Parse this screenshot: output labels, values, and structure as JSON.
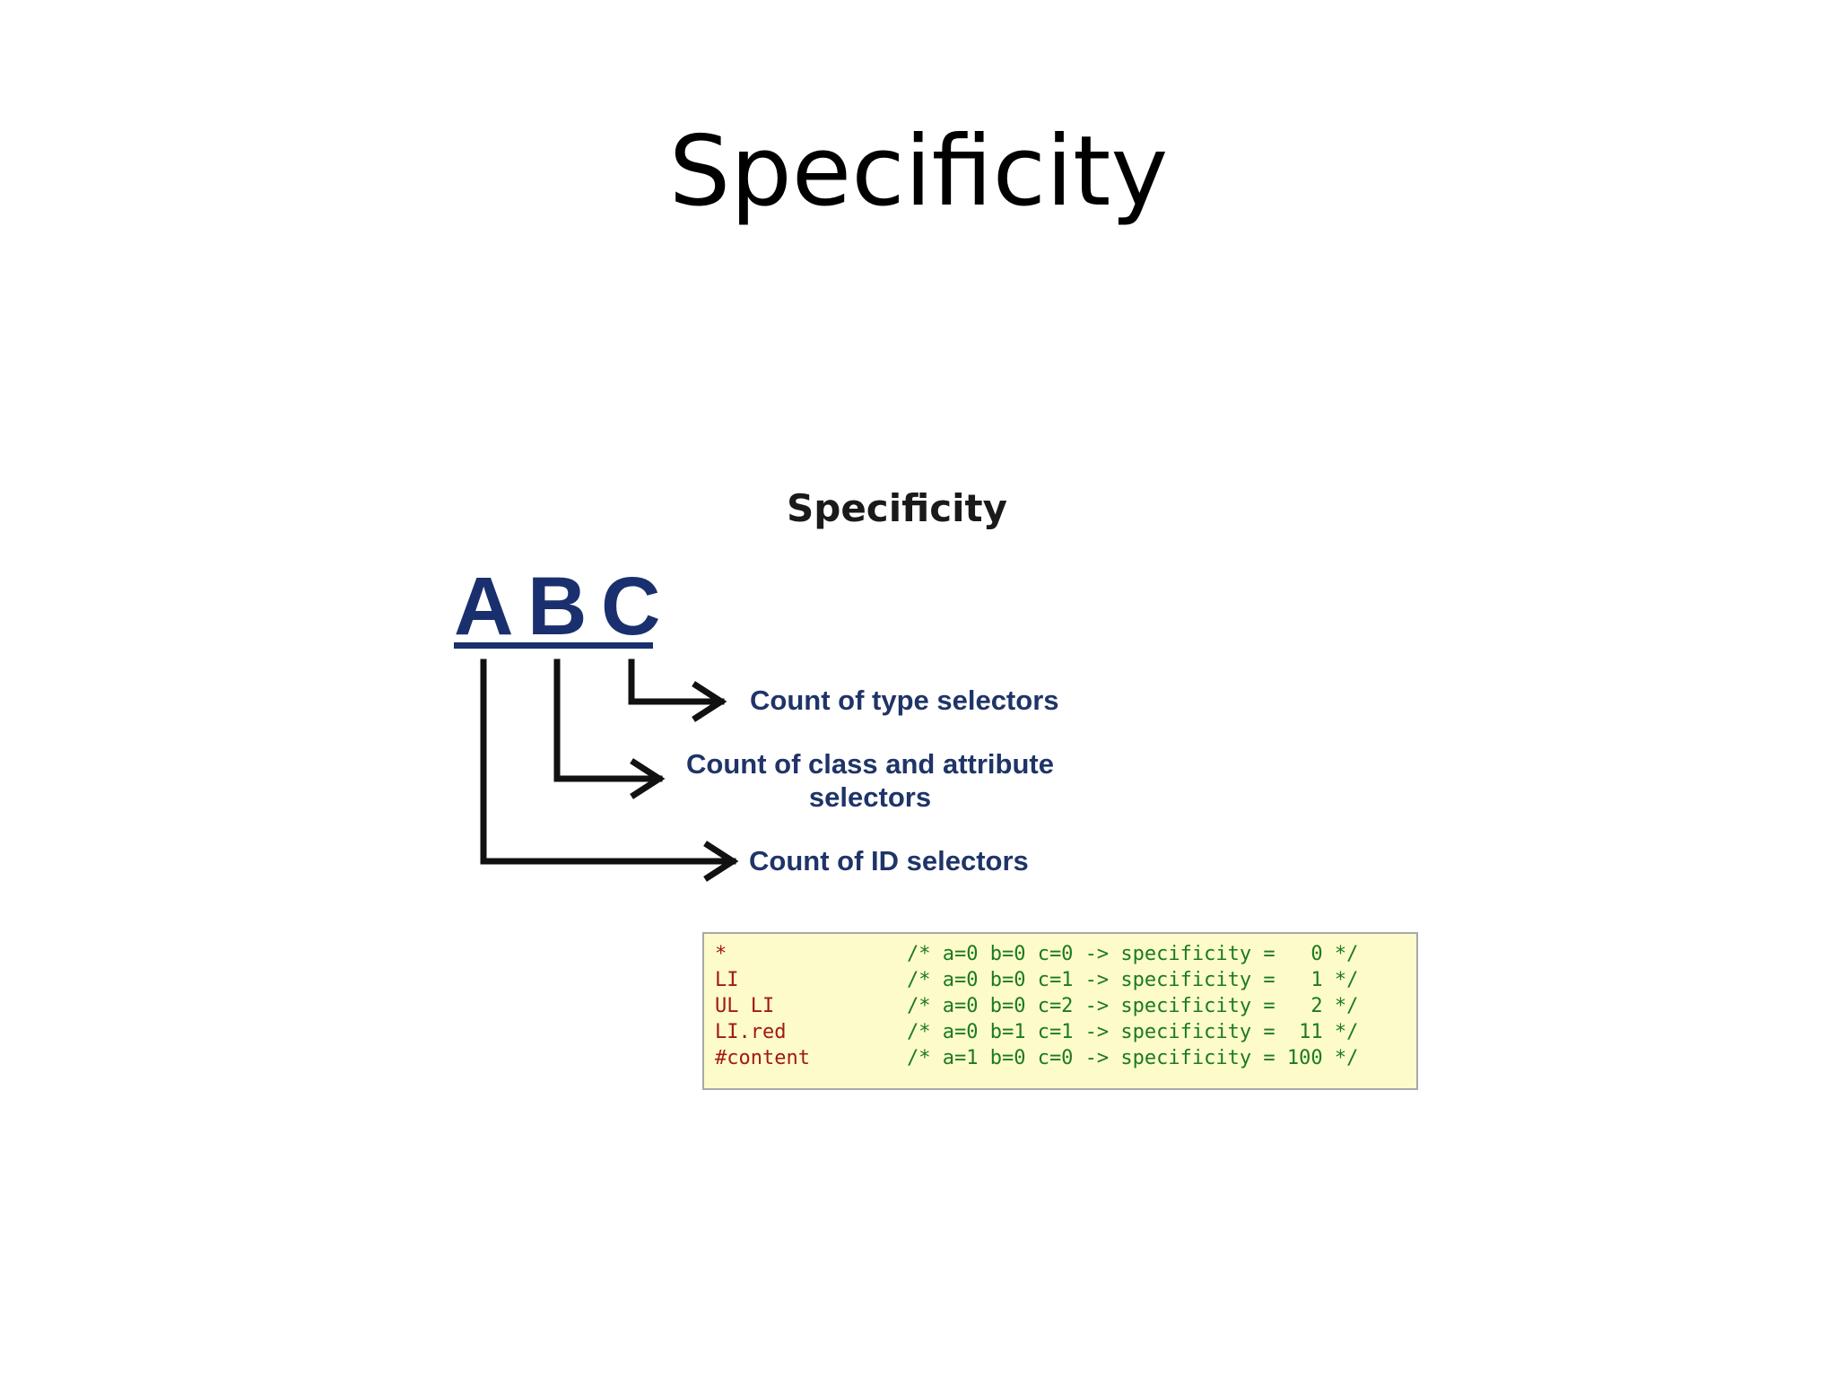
{
  "slide": {
    "title": "Specificity"
  },
  "figure": {
    "heading": "Specificity",
    "letters": [
      "A",
      "B",
      "C"
    ],
    "labels": {
      "type_selectors": "Count of type selectors",
      "class_attribute_line1": "Count of class and attribute",
      "class_attribute_line2": "selectors",
      "id_selectors": "Count of ID selectors"
    },
    "colors": {
      "letters": "#1a2f6e",
      "labels": "#1f3468",
      "arrows": "#111111",
      "code_background": "#fdfbc9",
      "code_selector": "#a11a14",
      "code_comment": "#1c7a22"
    },
    "code_rows": [
      {
        "selector": "*",
        "comment": "/* a=0 b=0 c=0 -> specificity =   0 */"
      },
      {
        "selector": "LI",
        "comment": "/* a=0 b=0 c=1 -> specificity =   1 */"
      },
      {
        "selector": "UL LI",
        "comment": "/* a=0 b=0 c=2 -> specificity =   2 */"
      },
      {
        "selector": "LI.red",
        "comment": "/* a=0 b=1 c=1 -> specificity =  11 */"
      },
      {
        "selector": "#content",
        "comment": "/* a=1 b=0 c=0 -> specificity = 100 */"
      }
    ]
  }
}
